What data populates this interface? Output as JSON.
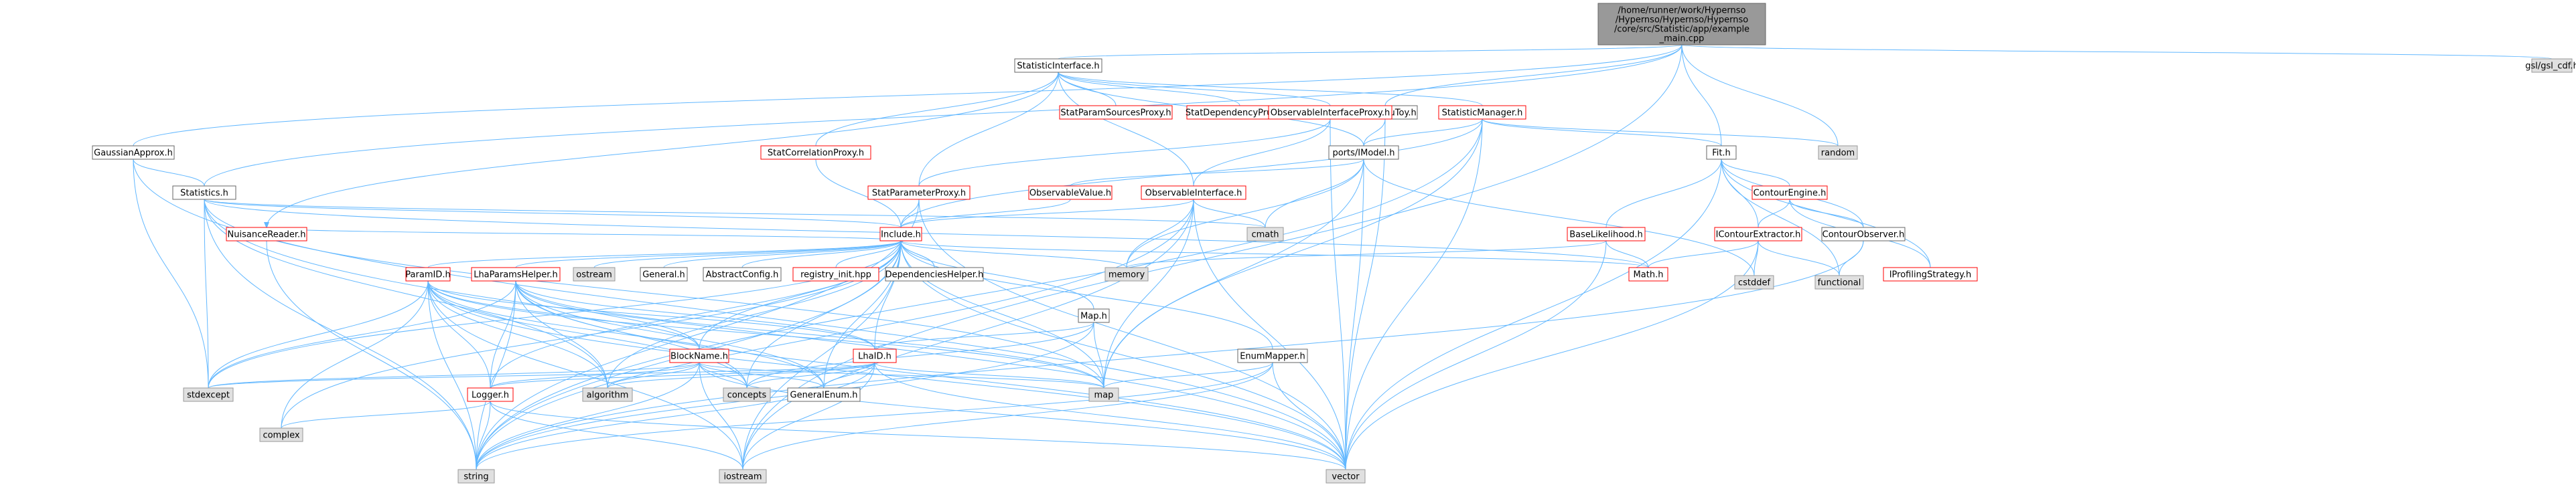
{
  "colors": {
    "root_fill": "#999999",
    "default_fill": "#ffffff",
    "default_stroke": "#666666",
    "link_stroke": "#ff0000",
    "link_text": "#ff0000",
    "system_fill": "#e0e0e0",
    "system_stroke": "#999999",
    "text": "#000000",
    "edge": "#63b8ff"
  },
  "nodes": [
    {
      "id": "root",
      "kind": "root",
      "lines": [
        "/home/runner/work/Hypernso",
        "/Hypernso/Hypernso/Hypernso",
        "/core/src/Statistic/app/example",
        "_main.cpp"
      ]
    },
    {
      "id": "statisticinterface",
      "kind": "plain",
      "lines": [
        "StatisticInterface.h"
      ]
    },
    {
      "id": "btomumutoy",
      "kind": "plain",
      "lines": [
        "BToMuMuToy.h"
      ]
    },
    {
      "id": "gsl",
      "kind": "system",
      "lines": [
        "gsl/gsl_cdf.h"
      ]
    },
    {
      "id": "gaussianapprox",
      "kind": "plain",
      "lines": [
        "GaussianApprox.h"
      ]
    },
    {
      "id": "statparamsources",
      "kind": "link",
      "lines": [
        "StatParamSourcesProxy.h"
      ]
    },
    {
      "id": "statdependency",
      "kind": "link",
      "lines": [
        "StatDependencyPruner.h"
      ]
    },
    {
      "id": "observableinterfaceproxy",
      "kind": "link",
      "lines": [
        "ObservableInterfaceProxy.h"
      ]
    },
    {
      "id": "statisticmanager",
      "kind": "link",
      "lines": [
        "StatisticManager.h"
      ]
    },
    {
      "id": "statcorrelation",
      "kind": "link",
      "lines": [
        "StatCorrelationProxy.h"
      ]
    },
    {
      "id": "portsmodel",
      "kind": "plain",
      "lines": [
        "ports/IModel.h"
      ]
    },
    {
      "id": "fit",
      "kind": "plain",
      "lines": [
        "Fit.h"
      ]
    },
    {
      "id": "random",
      "kind": "system",
      "lines": [
        "random"
      ]
    },
    {
      "id": "statistics",
      "kind": "plain",
      "lines": [
        "Statistics.h"
      ]
    },
    {
      "id": "statparameterproxy",
      "kind": "link",
      "lines": [
        "StatParameterProxy.h"
      ]
    },
    {
      "id": "observablevalue",
      "kind": "link",
      "lines": [
        "ObservableValue.h"
      ]
    },
    {
      "id": "observableinterface",
      "kind": "link",
      "lines": [
        "ObservableInterface.h"
      ]
    },
    {
      "id": "contourengine",
      "kind": "link",
      "lines": [
        "ContourEngine.h"
      ]
    },
    {
      "id": "nuisancereader",
      "kind": "link",
      "lines": [
        "NuisanceReader.h"
      ]
    },
    {
      "id": "include",
      "kind": "link",
      "lines": [
        "Include.h"
      ]
    },
    {
      "id": "cmath",
      "kind": "system",
      "lines": [
        "cmath"
      ]
    },
    {
      "id": "basellikelihood",
      "kind": "link",
      "lines": [
        "BaseLikelihood.h"
      ]
    },
    {
      "id": "icontourextractor",
      "kind": "link",
      "lines": [
        "IContourExtractor.h"
      ]
    },
    {
      "id": "contourobserver",
      "kind": "plain",
      "lines": [
        "ContourObserver.h"
      ]
    },
    {
      "id": "iprofiling",
      "kind": "link",
      "lines": [
        "IProfilingStrategy.h"
      ]
    },
    {
      "id": "paramid",
      "kind": "link",
      "lines": [
        "ParamID.h"
      ]
    },
    {
      "id": "lhaparamshelper",
      "kind": "link",
      "lines": [
        "LhaParamsHelper.h"
      ]
    },
    {
      "id": "ostream",
      "kind": "system",
      "lines": [
        "ostream"
      ]
    },
    {
      "id": "general",
      "kind": "plain",
      "lines": [
        "General.h"
      ]
    },
    {
      "id": "abstractconfig",
      "kind": "plain",
      "lines": [
        "AbstractConfig.h"
      ]
    },
    {
      "id": "registryinit",
      "kind": "link",
      "lines": [
        "registry_init.hpp"
      ]
    },
    {
      "id": "dependencieshelper",
      "kind": "plain",
      "lines": [
        "DependenciesHelper.h"
      ]
    },
    {
      "id": "memory",
      "kind": "system",
      "lines": [
        "memory"
      ]
    },
    {
      "id": "map_h",
      "kind": "plain",
      "lines": [
        "Map.h"
      ]
    },
    {
      "id": "mathh",
      "kind": "link",
      "lines": [
        "Math.h"
      ]
    },
    {
      "id": "cstddef",
      "kind": "system",
      "lines": [
        "cstddef"
      ]
    },
    {
      "id": "functional",
      "kind": "system",
      "lines": [
        "functional"
      ]
    },
    {
      "id": "blockname",
      "kind": "link",
      "lines": [
        "BlockName.h"
      ]
    },
    {
      "id": "lhaid",
      "kind": "link",
      "lines": [
        "LhaID.h"
      ]
    },
    {
      "id": "enummapper",
      "kind": "plain",
      "lines": [
        "EnumMapper.h"
      ]
    },
    {
      "id": "logger",
      "kind": "link",
      "lines": [
        "Logger.h"
      ]
    },
    {
      "id": "stdexcept",
      "kind": "system",
      "lines": [
        "stdexcept"
      ]
    },
    {
      "id": "algorithm",
      "kind": "system",
      "lines": [
        "algorithm"
      ]
    },
    {
      "id": "concepts",
      "kind": "system",
      "lines": [
        "concepts"
      ]
    },
    {
      "id": "generalenum",
      "kind": "plain",
      "lines": [
        "GeneralEnum.h"
      ]
    },
    {
      "id": "map",
      "kind": "system",
      "lines": [
        "map"
      ]
    },
    {
      "id": "complex",
      "kind": "system",
      "lines": [
        "complex"
      ]
    },
    {
      "id": "string",
      "kind": "system",
      "lines": [
        "string"
      ]
    },
    {
      "id": "iostream",
      "kind": "system",
      "lines": [
        "iostream"
      ]
    },
    {
      "id": "vector",
      "kind": "system",
      "lines": [
        "vector"
      ]
    }
  ]
}
